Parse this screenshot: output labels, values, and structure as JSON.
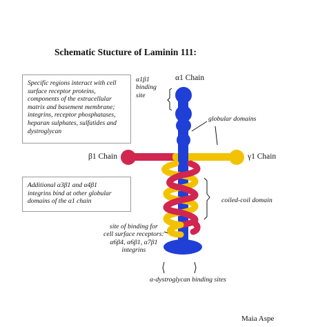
{
  "title": "Schematic Stucture of Laminin 111:",
  "box_top": {
    "lines": [
      "Specific regions interact with cell",
      "surface receptor proteins,",
      "components of the extracellular",
      "matrix and basement membrane;",
      "integrins, receptor phosphatases,",
      "heparan sulphates, sulfatides and",
      "dystroglycan"
    ]
  },
  "box_mid": {
    "lines": [
      "Additional α3β1 and α4β1",
      "integrins bind at other globular",
      "domains of the α1 chain"
    ]
  },
  "labels": {
    "a1_binding": [
      "α1β1",
      "binding",
      "site"
    ],
    "alpha_chain": "α1 Chain",
    "globular": "globular domains",
    "beta_chain": "β1 Chain",
    "gamma_chain": "γ1 Chain",
    "coiled": "coiled-coil domain",
    "receptor_site": [
      "site of binding for",
      "cell surface receptors:",
      "α6β4, α6β1, α7β1",
      "integrins"
    ],
    "dystroglycan": "α-dystroglycan binding sites",
    "author": "Maia Aspe"
  },
  "colors": {
    "alpha": "#1f3fd6",
    "beta": "#d0264f",
    "gamma": "#f2c200"
  }
}
